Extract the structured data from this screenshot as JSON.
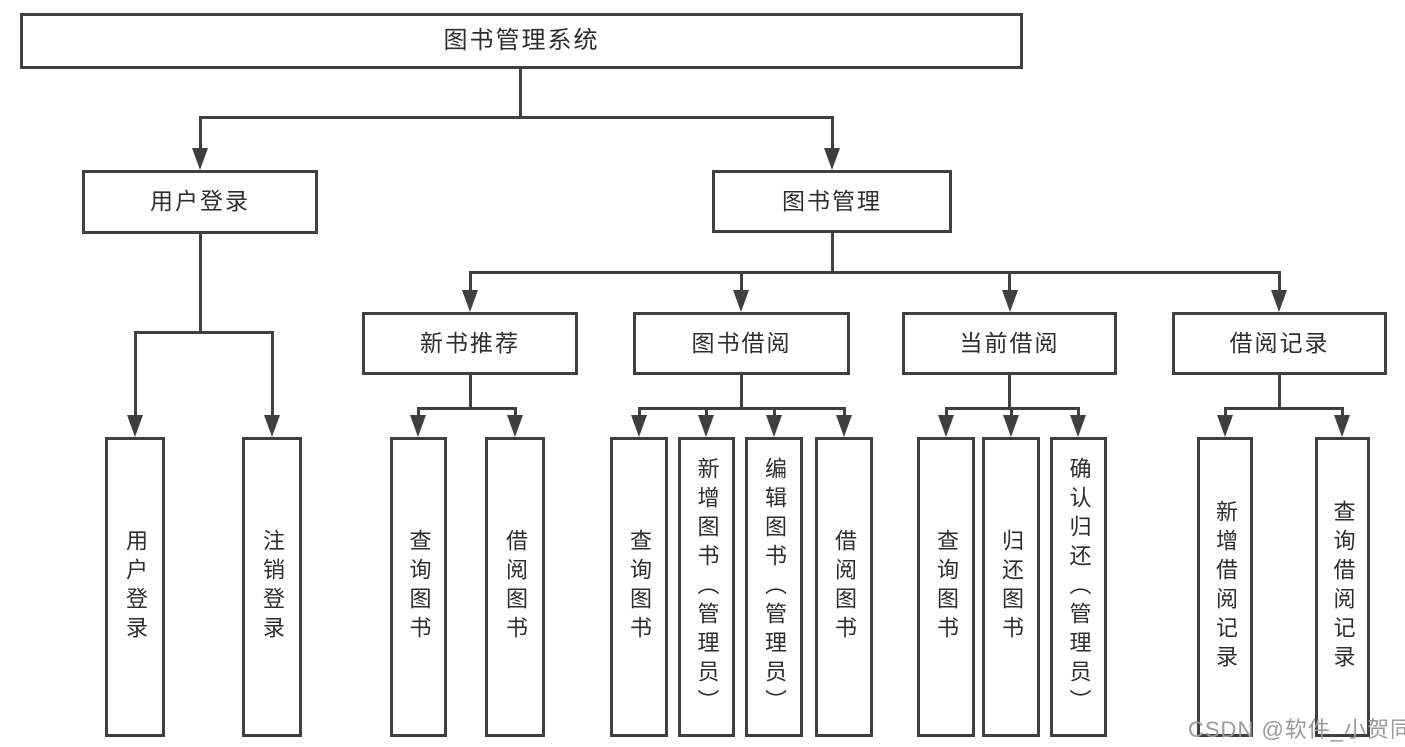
{
  "diagram": {
    "root": {
      "label": "图书管理系统"
    },
    "branches": [
      {
        "label": "用户登录",
        "children": [
          {
            "label": "用户登录"
          },
          {
            "label": "注销登录"
          }
        ]
      },
      {
        "label": "图书管理",
        "groups": [
          {
            "label": "新书推荐",
            "children": [
              {
                "label": "查询图书"
              },
              {
                "label": "借阅图书"
              }
            ]
          },
          {
            "label": "图书借阅",
            "children": [
              {
                "label": "查询图书"
              },
              {
                "label": "新增图书（管理员）"
              },
              {
                "label": "编辑图书（管理员）"
              },
              {
                "label": "借阅图书"
              }
            ]
          },
          {
            "label": "当前借阅",
            "children": [
              {
                "label": "查询图书"
              },
              {
                "label": "归还图书"
              },
              {
                "label": "确认归还（管理员）"
              }
            ]
          },
          {
            "label": "借阅记录",
            "children": [
              {
                "label": "新增借阅记录"
              },
              {
                "label": "查询借阅记录"
              }
            ]
          }
        ]
      }
    ]
  },
  "watermark": {
    "text": "CSDN @软件_小贺同学"
  },
  "colors": {
    "line": "#3f3f3f",
    "box_border": "#3f3f3f",
    "text": "#2e2e2e",
    "watermark": "#9b9b9b",
    "background": "#ffffff"
  }
}
